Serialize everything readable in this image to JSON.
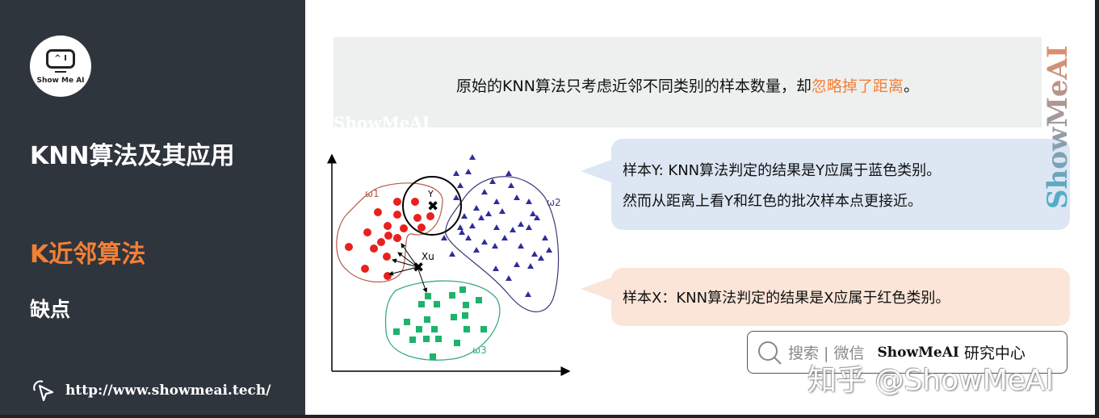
{
  "sidebar": {
    "logo_text": "Show Me AI",
    "logo_screen": "^ I",
    "course_title": "KNN算法及其应用",
    "section_title": "K近邻算法",
    "subsection_title": "缺点",
    "url": "http://www.showmeai.tech/",
    "accent_color": "#f47f35"
  },
  "main": {
    "intro_prefix": "原始的KNN算法只考虑近邻不同类别的样本数量，却",
    "intro_highlight": "忽略掉了距离",
    "intro_suffix": "。",
    "watermark": "ShowMeAI",
    "bubble_y_line1": "样本Y: KNN算法判定的结果是Y应属于蓝色类别。",
    "bubble_y_line2": "然而从距离上看Y和红色的批次样本点更接近。",
    "bubble_x": "样本X：KNN算法判定的结果是X应属于红色类别。",
    "figure": {
      "label_w1": "ω1",
      "label_w2": "ω2",
      "label_w3": "ω3",
      "label_y": "Y",
      "label_xu": "Xu",
      "colors": {
        "class1": "#e8211f",
        "class2": "#2e2e9a",
        "class3": "#1db36b"
      }
    }
  },
  "search": {
    "icon": "search-icon",
    "placeholder": "搜索 | 微信",
    "brand": "ShowMeAI",
    "brand_suffix": "研究中心"
  },
  "zhihu_watermark": "知乎 @ShowMeAI",
  "side_watermark": "ShowMeAI"
}
